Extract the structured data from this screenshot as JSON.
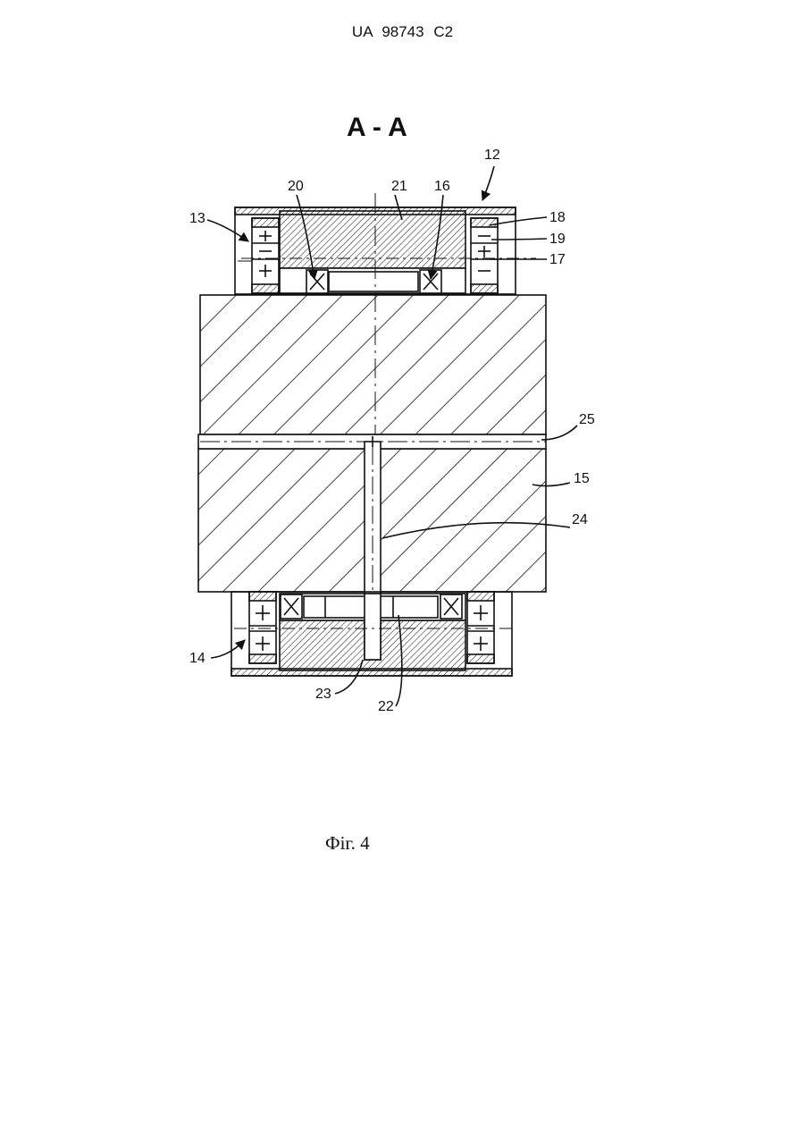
{
  "document": {
    "patent_number": "UA   98743   C2",
    "section_label": "A - A",
    "figure_caption": "Фіг. 4"
  },
  "reference_numerals": {
    "r12": "12",
    "r13": "13",
    "r14": "14",
    "r15": "15",
    "r16": "16",
    "r17": "17",
    "r18": "18",
    "r19": "19",
    "r20": "20",
    "r21": "21",
    "r22": "22",
    "r23": "23",
    "r24": "24",
    "r25": "25"
  }
}
